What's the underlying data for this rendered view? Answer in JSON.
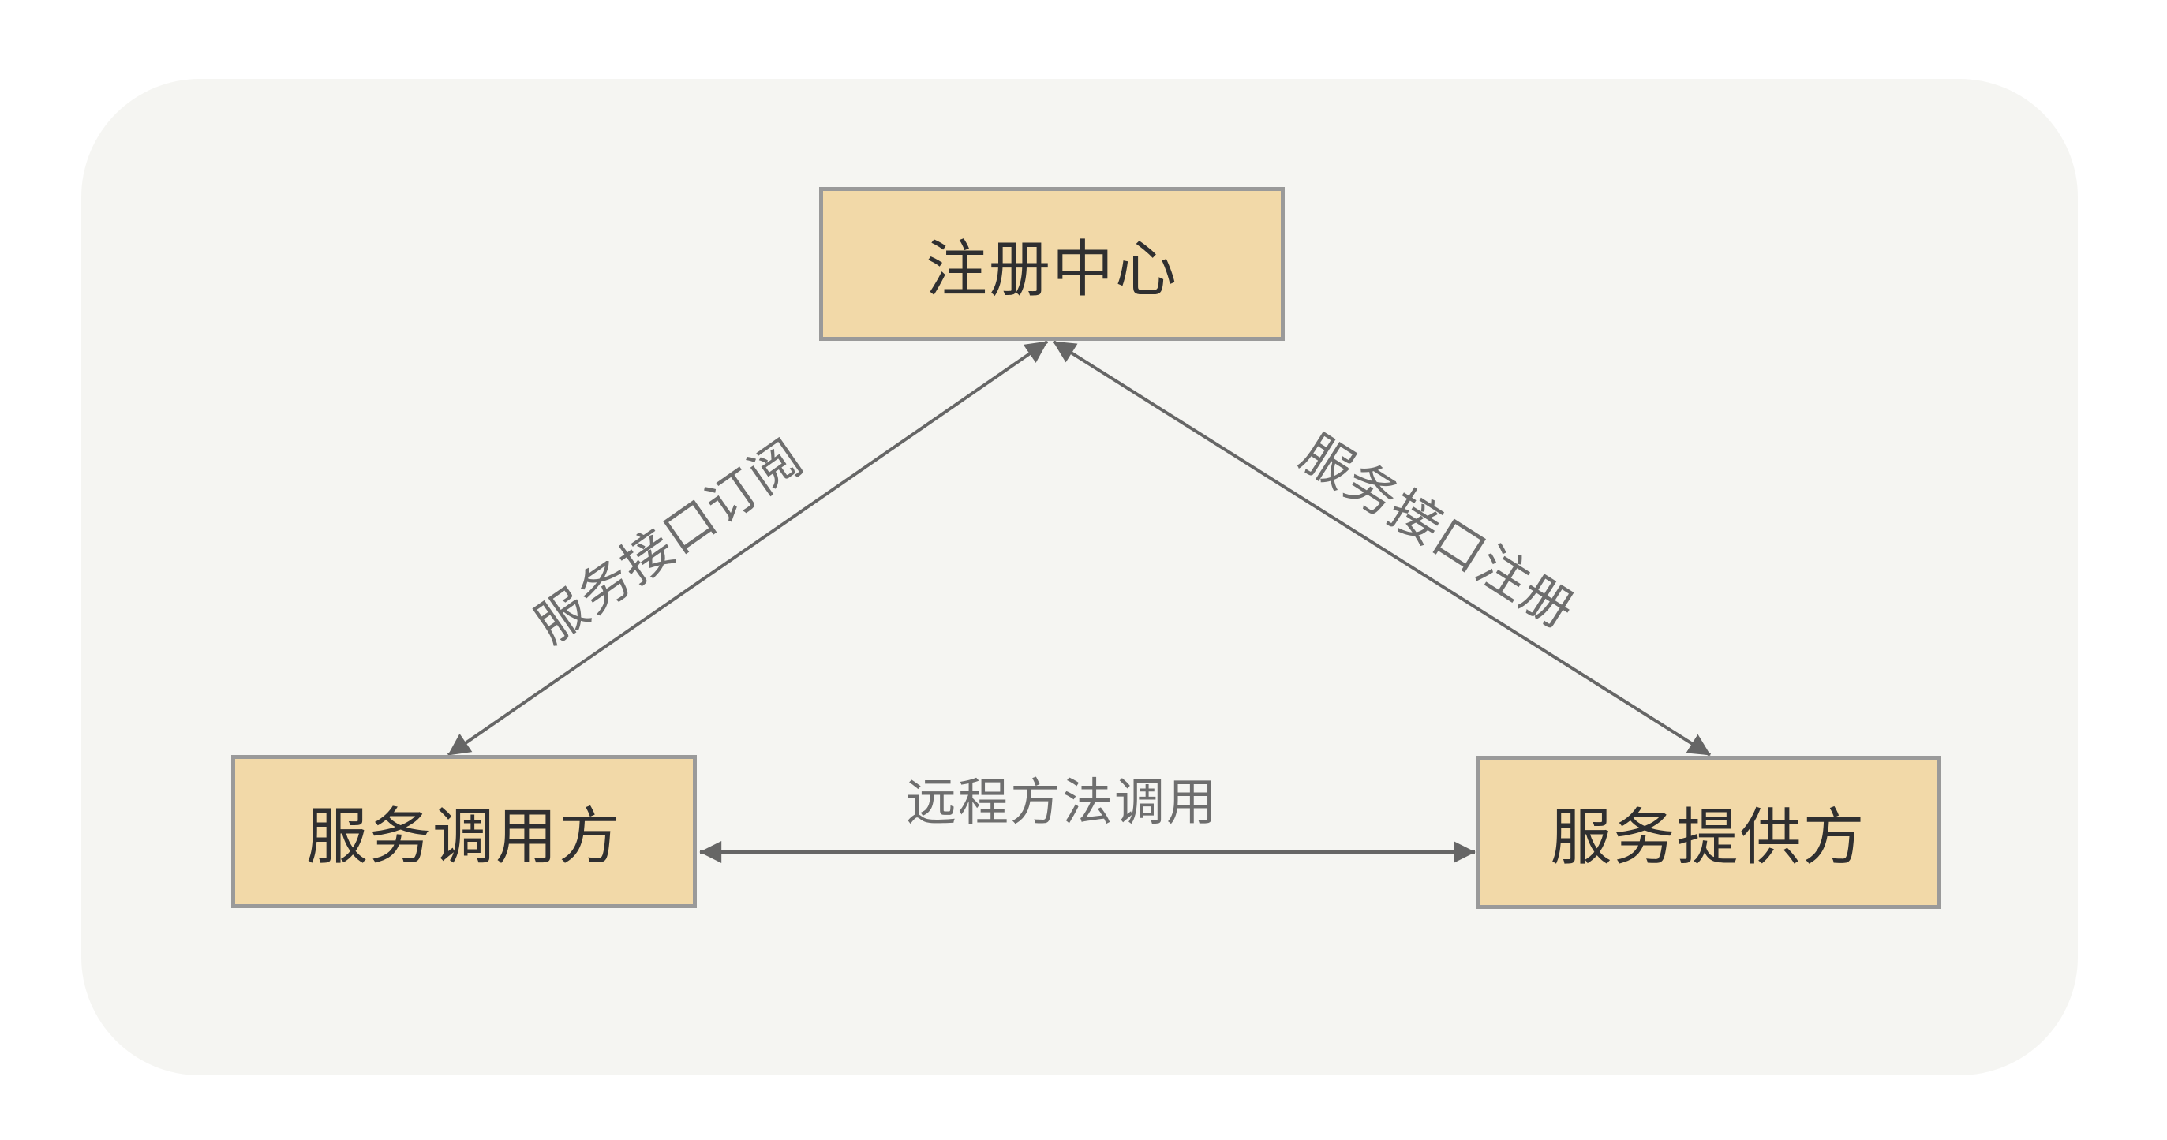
{
  "diagram": {
    "type": "architecture-diagram",
    "nodes": {
      "registry": {
        "label": "注册中心"
      },
      "consumer": {
        "label": "服务调用方"
      },
      "provider": {
        "label": "服务提供方"
      }
    },
    "edges": {
      "subscribe": {
        "label": "服务接口订阅",
        "from": "服务调用方",
        "to": "注册中心",
        "direction": "bidirectional"
      },
      "register": {
        "label": "服务接口注册",
        "from": "服务提供方",
        "to": "注册中心",
        "direction": "bidirectional"
      },
      "rpc": {
        "label": "远程方法调用",
        "from": "服务调用方",
        "to": "服务提供方",
        "direction": "bidirectional"
      }
    },
    "colors": {
      "page_bg": "#ffffff",
      "panel_bg": "#f5f5f2",
      "node_fill": "#f2d9a8",
      "node_border": "#9a9a9a",
      "node_text": "#2f2f30",
      "edge_line": "#666666",
      "edge_text": "#6e6e6e"
    }
  }
}
